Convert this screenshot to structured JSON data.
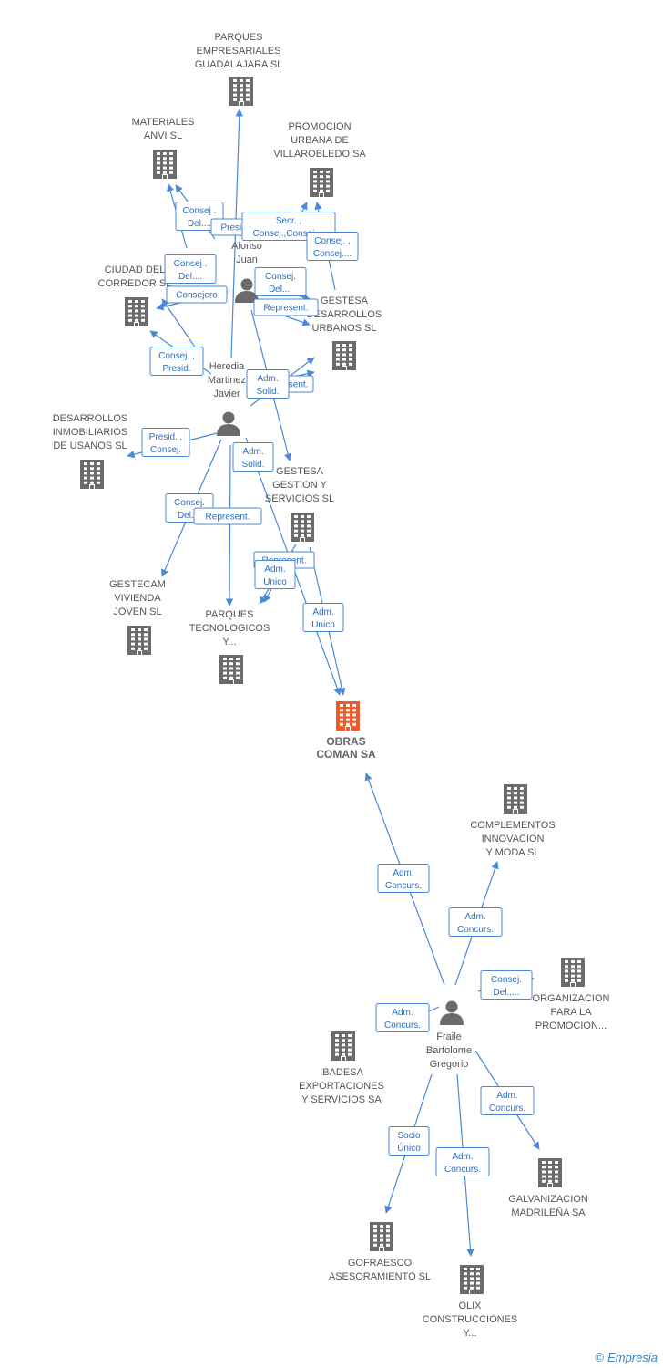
{
  "colors": {
    "edge": "#4a89d8",
    "building": "#6b6b6b",
    "center": "#f05a28",
    "person": "#6b6b6b",
    "label_text": "#2a6fc4"
  },
  "watermark": {
    "copyright": "©",
    "brand": "Empresia"
  },
  "nodes": [
    {
      "id": "parques_guad",
      "type": "company",
      "lines": [
        "PARQUES",
        "EMPRESARIALES",
        "GUADALAJARA SL"
      ],
      "icon": "building-icon"
    },
    {
      "id": "materiales",
      "type": "company",
      "lines": [
        "MATERIALES",
        "ANVI SL"
      ],
      "icon": "building-icon"
    },
    {
      "id": "promocion_villa",
      "type": "company",
      "lines": [
        "PROMOCION",
        "URBANA DE",
        "VILLAROBLEDO SA"
      ],
      "icon": "building-icon"
    },
    {
      "id": "ciudad_corredor",
      "type": "company",
      "lines": [
        "CIUDAD DEL",
        "CORREDOR SL"
      ],
      "icon": "building-icon"
    },
    {
      "id": "gestesa_desarrollos",
      "type": "company",
      "lines": [
        "GESTESA",
        "DESARROLLOS",
        "URBANOS SL"
      ],
      "icon": "building-icon"
    },
    {
      "id": "desarrollos_usanos",
      "type": "company",
      "lines": [
        "DESARROLLOS",
        "INMOBILIARIOS",
        "DE USANOS SL"
      ],
      "icon": "building-icon"
    },
    {
      "id": "gestesa_gestion",
      "type": "company",
      "lines": [
        "GESTESA",
        "GESTION Y",
        "SERVICIOS SL"
      ],
      "icon": "building-icon"
    },
    {
      "id": "gestecam",
      "type": "company",
      "lines": [
        "GESTECAM",
        "VIVIENDA",
        "JOVEN SL"
      ],
      "icon": "building-icon"
    },
    {
      "id": "parques_tecno",
      "type": "company",
      "lines": [
        "PARQUES",
        "TECNOLOGICOS",
        "Y..."
      ],
      "icon": "building-icon"
    },
    {
      "id": "obras",
      "type": "center",
      "lines": [
        "OBRAS",
        "COMAN SA"
      ],
      "icon": "building-icon"
    },
    {
      "id": "complementos",
      "type": "company",
      "lines": [
        "COMPLEMENTOS",
        "INNOVACION",
        "Y MODA SL"
      ],
      "icon": "building-icon"
    },
    {
      "id": "organizacion",
      "type": "company",
      "lines": [
        "ORGANIZACION",
        "PARA LA",
        "PROMOCION..."
      ],
      "icon": "building-icon"
    },
    {
      "id": "ibadesa",
      "type": "company",
      "lines": [
        "IBADESA",
        "EXPORTACIONES",
        "Y SERVICIOS SA"
      ],
      "icon": "building-icon"
    },
    {
      "id": "galvanizacion",
      "type": "company",
      "lines": [
        "GALVANIZACION",
        "MADRILEÑA SA"
      ],
      "icon": "building-icon"
    },
    {
      "id": "gofraesco",
      "type": "company",
      "lines": [
        "GOFRAESCO",
        "ASESORAMIENTO SL"
      ],
      "icon": "building-icon"
    },
    {
      "id": "olix",
      "type": "company",
      "lines": [
        "OLIX",
        "CONSTRUCCIONES",
        "Y..."
      ],
      "icon": "building-icon"
    },
    {
      "id": "alonso",
      "type": "person",
      "lines": [
        "Alonso",
        "Juan"
      ],
      "icon": "person-icon"
    },
    {
      "id": "heredia",
      "type": "person",
      "lines": [
        "Heredia",
        "Martinez",
        "Javier"
      ],
      "icon": "person-icon"
    },
    {
      "id": "fraile",
      "type": "person",
      "lines": [
        "Fraile",
        "Bartolome",
        "Gregorio"
      ],
      "icon": "person-icon"
    }
  ],
  "edges": [
    {
      "from": "heredia",
      "to": "parques_guad",
      "label": []
    },
    {
      "from": "heredia",
      "to": "materiales",
      "label": [
        "Consej .",
        "Del...."
      ]
    },
    {
      "from": "alonso",
      "to": "materiales",
      "label": [
        "Presid."
      ]
    },
    {
      "from": "alonso",
      "to": "promocion_villa",
      "label": [
        "Secr. ,",
        "Consej.,Consej...."
      ]
    },
    {
      "from": "gestesa_desarrollos",
      "to": "promocion_villa",
      "label": [
        "Consej. ,",
        "Consej...."
      ]
    },
    {
      "from": "heredia",
      "to": "ciudad_corredor",
      "label": [
        "Consej .",
        "Del...."
      ]
    },
    {
      "from": "alonso",
      "to": "ciudad_corredor",
      "label": [
        "Consejero"
      ]
    },
    {
      "from": "heredia",
      "to": "ciudad_corredor",
      "label": [
        "Consej. ,",
        "Presid."
      ]
    },
    {
      "from": "alonso",
      "to": "gestesa_desarrollos",
      "label": [
        "Consej.",
        "Del...."
      ]
    },
    {
      "from": "alonso",
      "to": "gestesa_desarrollos",
      "label": [
        "Represent."
      ]
    },
    {
      "from": "heredia",
      "to": "gestesa_desarrollos",
      "label": [
        "Represent."
      ]
    },
    {
      "from": "heredia",
      "to": "gestesa_desarrollos",
      "label": [
        "Adm.",
        "Solid."
      ]
    },
    {
      "from": "heredia",
      "to": "desarrollos_usanos",
      "label": [
        "Presid. ,",
        "Consej."
      ]
    },
    {
      "from": "alonso",
      "to": "gestesa_gestion",
      "label": [
        "Adm.",
        "Solid."
      ]
    },
    {
      "from": "heredia",
      "to": "gestecam",
      "label": [
        "Consej.",
        "Del...."
      ]
    },
    {
      "from": "heredia",
      "to": "parques_tecno",
      "label": [
        "Represent."
      ]
    },
    {
      "from": "gestesa_gestion",
      "to": "parques_tecno",
      "label": [
        "Represent."
      ]
    },
    {
      "from": "gestesa_gestion",
      "to": "parques_tecno",
      "label": [
        "Adm.",
        "Unico"
      ]
    },
    {
      "from": "gestesa_gestion",
      "to": "obras",
      "label": [
        "Adm.",
        "Unico"
      ]
    },
    {
      "from": "heredia",
      "to": "obras",
      "label": []
    },
    {
      "from": "fraile",
      "to": "obras",
      "label": [
        "Adm.",
        "Concurs."
      ]
    },
    {
      "from": "fraile",
      "to": "complementos",
      "label": [
        "Adm.",
        "Concurs."
      ]
    },
    {
      "from": "fraile",
      "to": "organizacion",
      "label": [
        "Consej.",
        "Del.,..."
      ]
    },
    {
      "from": "fraile",
      "to": "ibadesa",
      "label": [
        "Adm.",
        "Concurs."
      ]
    },
    {
      "from": "fraile",
      "to": "galvanizacion",
      "label": [
        "Adm.",
        "Concurs."
      ]
    },
    {
      "from": "fraile",
      "to": "gofraesco",
      "label": [
        "Socio",
        "Único"
      ]
    },
    {
      "from": "fraile",
      "to": "olix",
      "label": [
        "Adm.",
        "Concurs."
      ]
    }
  ]
}
